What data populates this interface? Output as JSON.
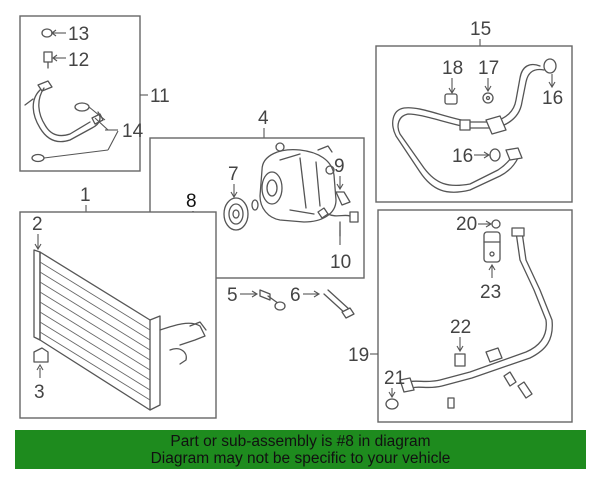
{
  "labels": {
    "n1": "1",
    "n2": "2",
    "n3": "3",
    "n4": "4",
    "n5": "5",
    "n6": "6",
    "n7": "7",
    "n8": "8",
    "n9": "9",
    "n10": "10",
    "n11": "11",
    "n12": "12",
    "n13": "13",
    "n14": "14",
    "n15": "15",
    "n16a": "16",
    "n16b": "16",
    "n17": "17",
    "n18": "18",
    "n19": "19",
    "n20": "20",
    "n21": "21",
    "n22": "22",
    "n23": "23"
  },
  "banner": {
    "line1": "Part or sub-assembly is #8 in diagram",
    "line2": "Diagram may not be specific to your vehicle"
  },
  "colors": {
    "highlight": "#1e8b1e",
    "banner_bg": "#1e8b1e"
  }
}
